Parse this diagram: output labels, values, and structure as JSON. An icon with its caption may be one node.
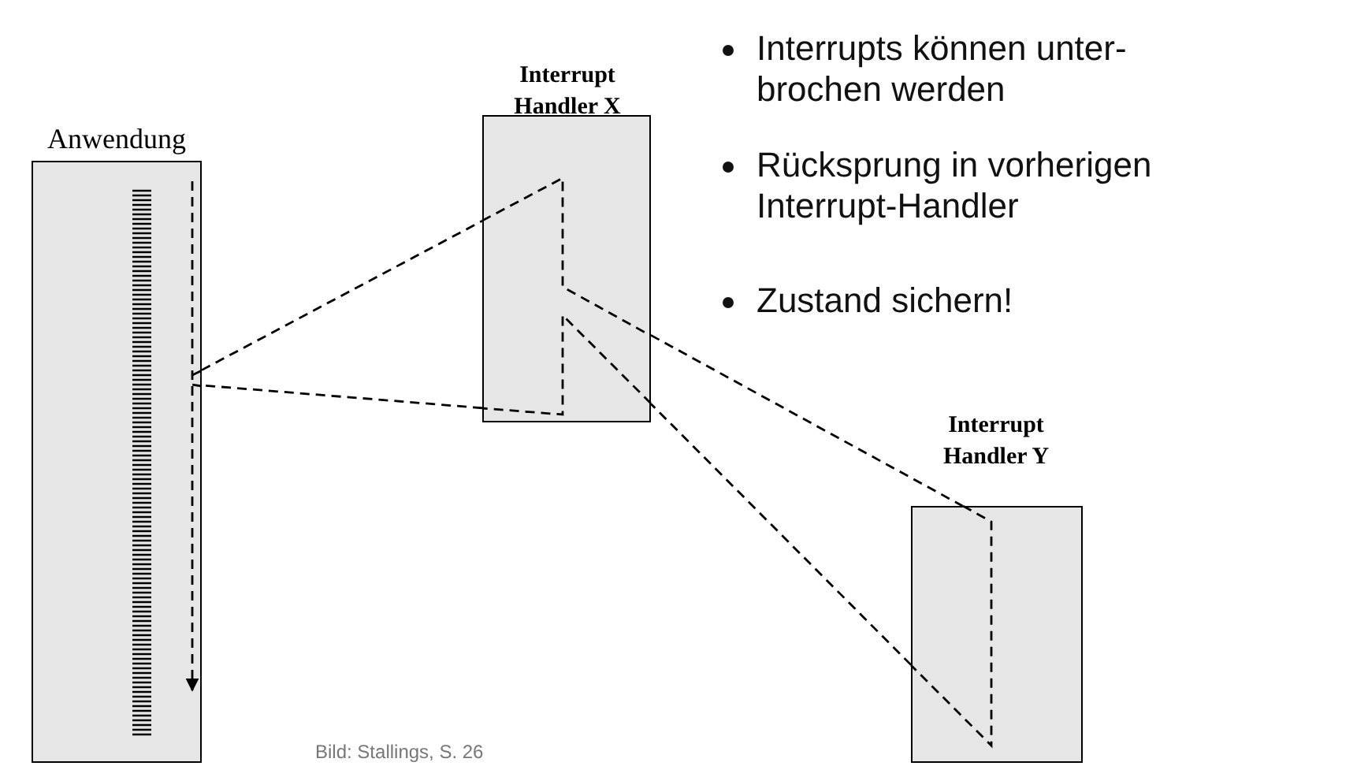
{
  "diagram": {
    "nodes": [
      {
        "text": [
          "Anwendung"
        ]
      },
      {
        "text": [
          "Interrupt Handler X"
        ]
      },
      {
        "text": [
          "Interrupt Handler Y"
        ]
      }
    ],
    "edges": [
      {
        "from": 0,
        "to": 1,
        "arrow": "none",
        "style": "dashed"
      },
      {
        "from": 1,
        "to": 2,
        "arrow": "none",
        "style": "dashed"
      },
      {
        "from": 2,
        "to": 1,
        "arrow": "none",
        "style": "dashed"
      },
      {
        "from": 1,
        "to": 0,
        "arrow": "none",
        "style": "dashed"
      }
    ],
    "labels": [
      "Interrupts können unter- brochen werden",
      "Rücksprung in vorherigen Interrupt-Handler",
      "Zustand sichern!",
      "Bild: Stallings, S. 26"
    ]
  }
}
